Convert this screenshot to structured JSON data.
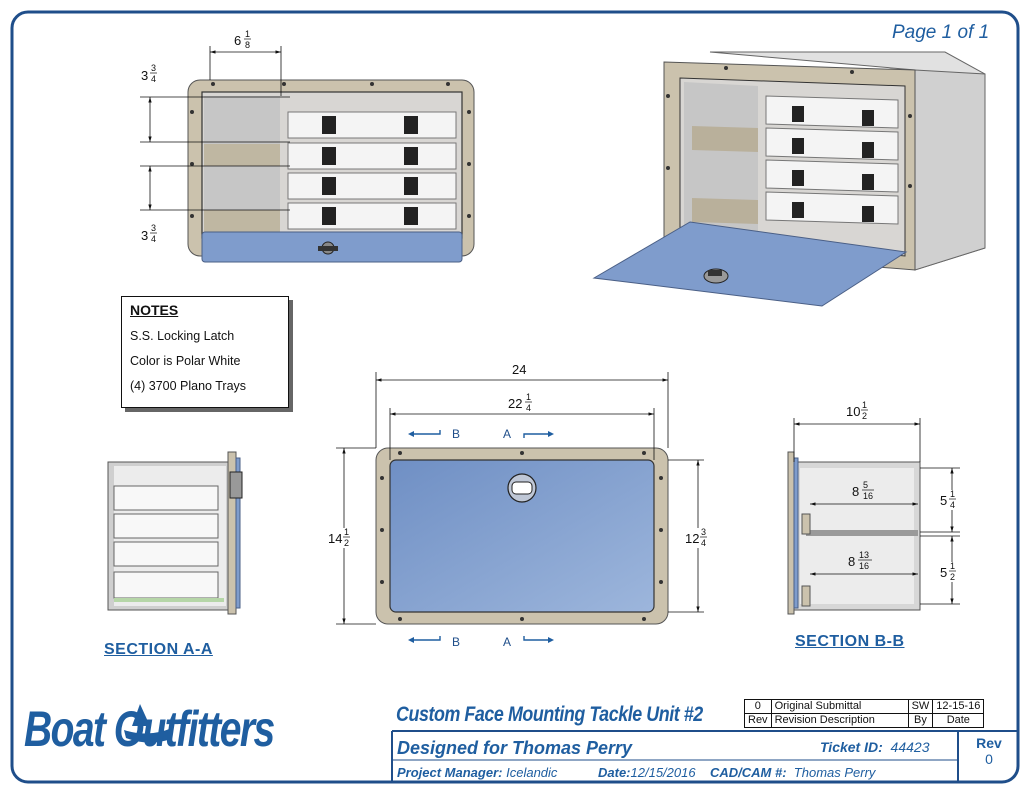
{
  "page_label": "Page 1 of 1",
  "notes": {
    "title": "NOTES",
    "lines": [
      "S.S. Locking Latch",
      "Color is Polar White",
      "(4) 3700 Plano Trays"
    ]
  },
  "dimensions": {
    "top_width_whole": "6",
    "top_width_frac": [
      "1",
      "8"
    ],
    "top_tray_whole": "3",
    "top_tray_frac": [
      "3",
      "4"
    ],
    "bottom_tray_whole": "3",
    "bottom_tray_frac": [
      "3",
      "4"
    ],
    "overall_width": "24",
    "cutout_width_whole": "22",
    "cutout_width_frac": [
      "1",
      "4"
    ],
    "overall_height_whole": "14",
    "overall_height_frac": [
      "1",
      "2"
    ],
    "cutout_height_whole": "12",
    "cutout_height_frac": [
      "3",
      "4"
    ],
    "depth_whole": "10",
    "depth_frac": [
      "1",
      "2"
    ],
    "inner_depth_top_whole": "8",
    "inner_depth_top_frac": [
      "5",
      "16"
    ],
    "inner_depth_bot_whole": "8",
    "inner_depth_bot_frac": [
      "13",
      "16"
    ],
    "shelf_top_whole": "5",
    "shelf_top_frac": [
      "1",
      "4"
    ],
    "shelf_bot_whole": "5",
    "shelf_bot_frac": [
      "1",
      "2"
    ]
  },
  "section_markers": {
    "b": "B",
    "a": "A"
  },
  "section_labels": {
    "aa": "SECTION A-A",
    "bb": "SECTION B-B"
  },
  "title_block": {
    "logo": "Boat Outfitters",
    "title": "Custom Face Mounting Tackle Unit #2",
    "designed_for": "Designed for Thomas Perry",
    "ticket_label": "Ticket ID:",
    "ticket_id": "44423",
    "pm_label": "Project Manager:",
    "pm_value": "Icelandic",
    "date_label": "Date:",
    "date_value": "12/15/2016",
    "cad_label": "CAD/CAM #:",
    "cad_value": "Thomas Perry",
    "revisions": {
      "rev": "0",
      "description": "Original Submittal",
      "by": "SW",
      "date": "12-15-16",
      "h_rev": "Rev",
      "h_description": "Revision Description",
      "h_by": "By",
      "h_date": "Date"
    },
    "rev_label": "Rev",
    "rev_value": "0"
  },
  "colors": {
    "border": "#1f4e8a",
    "accent": "#1f5ea0",
    "frame": "#c9bfa8",
    "door": "#7f9ccc",
    "interior": "#d8d6d3"
  }
}
